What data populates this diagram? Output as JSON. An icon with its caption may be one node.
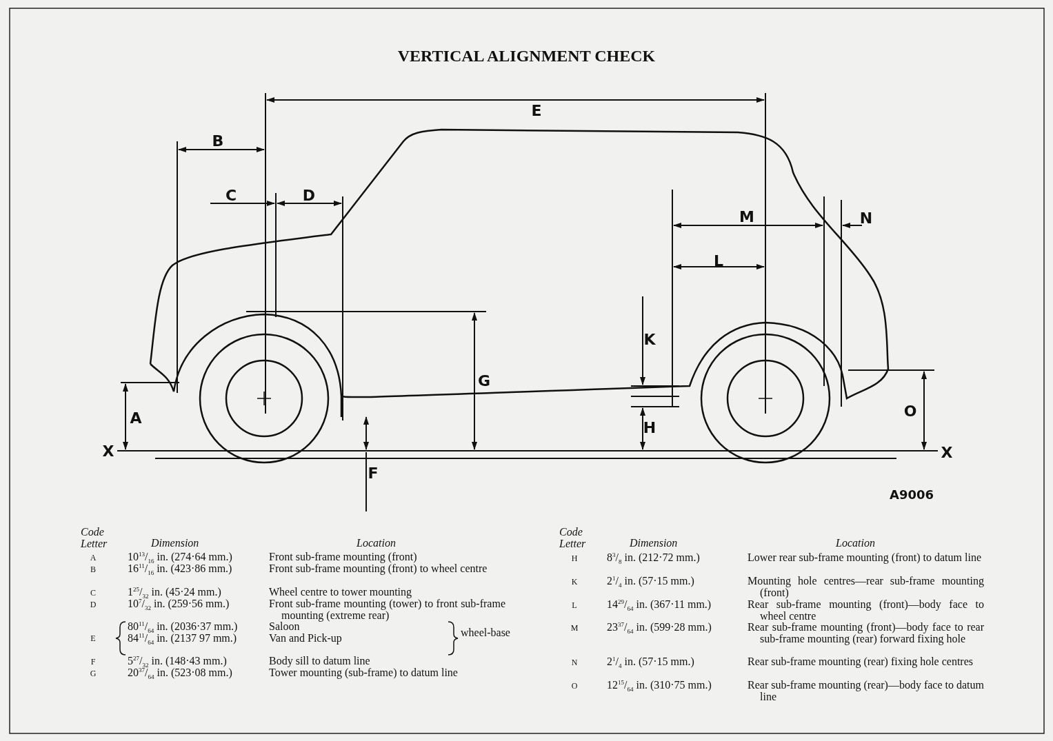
{
  "diagram": {
    "title": "VERTICAL ALIGNMENT CHECK",
    "labels": [
      "E",
      "B",
      "C",
      "D",
      "M",
      "N",
      "L",
      "K",
      "G",
      "A",
      "H",
      "O",
      "X",
      "X",
      "F",
      "A9006",
      "Code Letter",
      "Dimension",
      "Location",
      "A",
      "10$^{13}$/$_{16}$ in. (274·64 mm.)",
      "Front sub-frame mounting (front)",
      "B",
      "16$^{11}$/$_{16}$ in. (423·86 mm.)",
      "Front sub-frame mounting (front) to wheel centre",
      "C",
      "1$^{25}$/$_{32}$ in. (45·24 mm.)",
      "Wheel centre to tower mounting",
      "D",
      "10$^{7}$/$_{32}$ in. (259·56 mm.)",
      "Front sub-frame mounting (tower) to front sub-frame mounting (extreme rear)",
      "E",
      "80$^{11}$/$_{64}$ in. (2036·37 mm.)",
      "Saloon",
      "84$^{11}$/$_{64}$ in. (2137 97 mm.)",
      "Van and Pick-up",
      "wheel-base",
      "F",
      "5$^{27}$/$_{32}$ in. (148·43 mm.)",
      "Body sill to datum line",
      "G",
      "20$^{37}$/$_{64}$ in. (523·08 mm.)",
      "Tower mounting (sub-frame) to datum line",
      "Code Letter",
      "Dimension",
      "Location",
      "H",
      "8$^{3}$/$_{8}$ in. (212·72 mm.)",
      "Lower rear sub-frame mounting (front) to datum line",
      "K",
      "2$^{1}$/$_{4}$ in. (57·15 mm.)",
      "Mounting hole centres—rear sub-frame mounting (front)",
      "L",
      "14$^{29}$/$_{64}$ in. (367·11 mm.)",
      "Rear sub-frame mounting (front)—body face to wheel centre",
      "M",
      "23$^{37}$/$_{64}$ in. (599·28 mm.)",
      "Rear sub-frame mounting (front)—body face to rear sub-frame mounting (rear) forward fixing hole",
      "N",
      "2$^{1}$/$_{4}$ in. (57·15 mm.)",
      "Rear sub-frame mounting (rear) fixing hole centres",
      "O",
      "12$^{15}$/$_{64}$ in. (310·75 mm.)",
      "Rear sub-frame mounting (rear)—body face to datum line"
    ]
  }
}
